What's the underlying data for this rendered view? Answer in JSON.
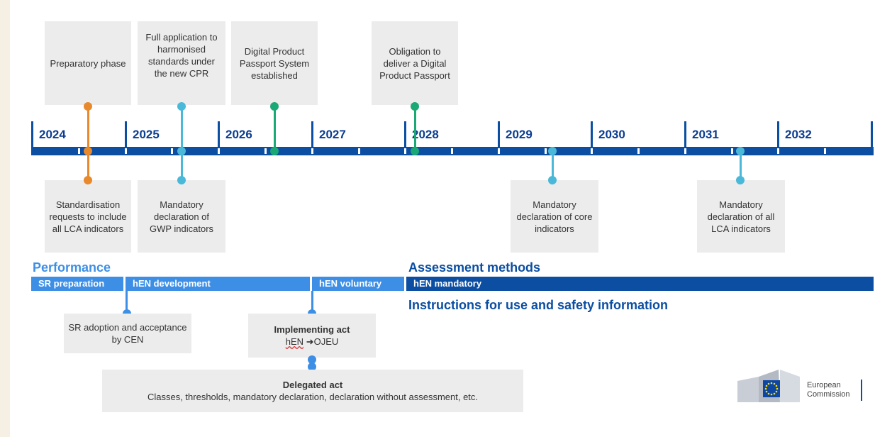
{
  "years": [
    "2024",
    "2025",
    "2026",
    "2027",
    "2028",
    "2029",
    "2030",
    "2031",
    "2032"
  ],
  "top_boxes": [
    {
      "text": "Preparatory phase"
    },
    {
      "text": "Full application to harmonised standards under the new CPR"
    },
    {
      "text": "Digital Product Passport System established"
    },
    {
      "text": "Obligation to deliver a Digital Product Passport"
    }
  ],
  "bottom_boxes": [
    {
      "text": "Standardisation requests to include all LCA indicators"
    },
    {
      "text": "Mandatory declaration of GWP indicators"
    },
    {
      "text": "Mandatory declaration of core indicators"
    },
    {
      "text": "Mandatory declaration of all LCA indicators"
    }
  ],
  "headings": {
    "performance": "Performance",
    "assessment": "Assessment methods",
    "instructions": "Instructions for use and safety information"
  },
  "bar_segments": [
    "SR preparation",
    "hEN development",
    "hEN voluntary",
    "hEN mandatory"
  ],
  "callouts": {
    "sr_adoption": "SR adoption and acceptance by CEN",
    "implementing_title": "Implementing act",
    "implementing_hen": "hEN",
    "implementing_arrow": "➜",
    "implementing_ojeu": "OJEU",
    "delegated_title": "Delegated act",
    "delegated_text": "Classes, thresholds, mandatory declaration, declaration without assessment, etc."
  },
  "logo": {
    "line1": "European",
    "line2": "Commission"
  },
  "colors": {
    "axis": "#0b4ea2",
    "year_text": "#0b3d91",
    "orange": "#e8892b",
    "cyan": "#4ab8d8",
    "green": "#1aa874",
    "light_blue": "#3d8fe6",
    "dark_blue": "#0b4ea2",
    "box_bg": "#ececec"
  }
}
